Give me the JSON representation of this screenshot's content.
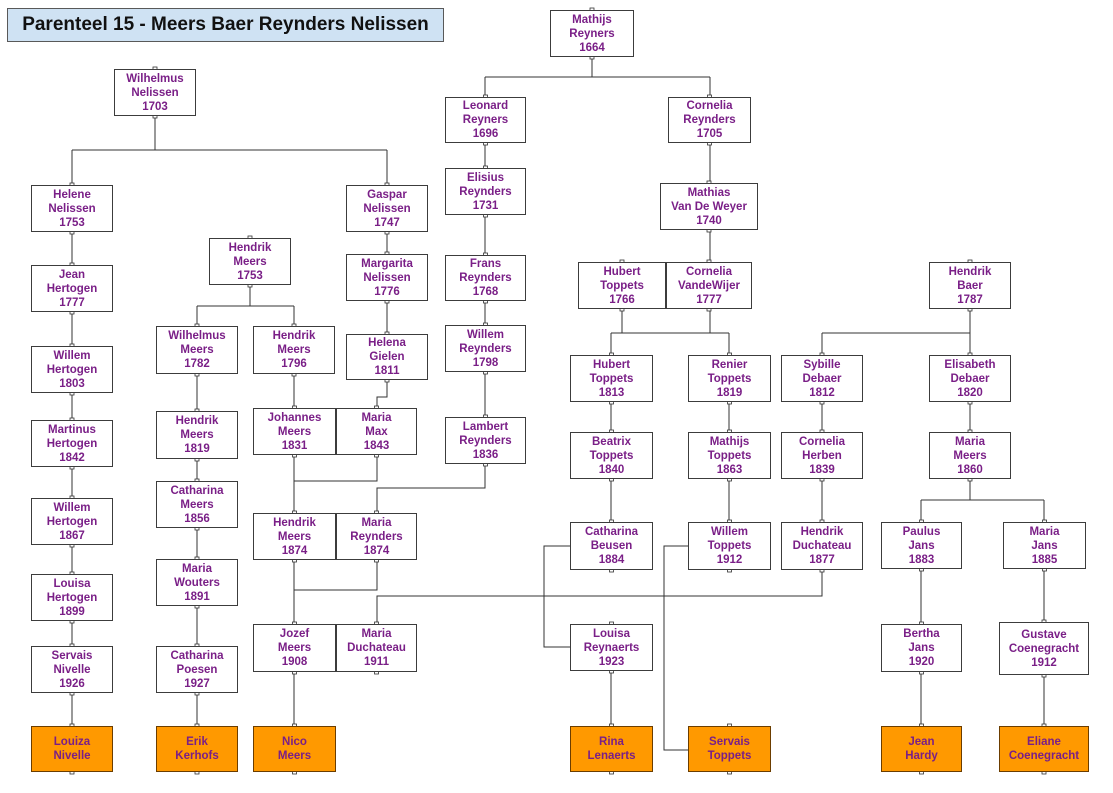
{
  "title": "Parenteel 15 - Meers Baer Reynders Nelissen",
  "colors": {
    "node_text": "#7a1f87",
    "leaf_fill": "#ff9900",
    "title_fill": "#cfe2f3",
    "line": "#333333"
  },
  "people": {
    "mathijs_reyners": "Mathijs\nReyners\n1664",
    "wilhelmus_nelissen": "Wilhelmus\nNelissen\n1703",
    "leonard_reyners": "Leonard\nReyners\n1696",
    "cornelia_reynders": "Cornelia\nReynders\n1705",
    "helene_nelissen": "Helene\nNelissen\n1753",
    "gaspar_nelissen": "Gaspar\nNelissen\n1747",
    "elisius_reynders": "Elisius\nReynders\n1731",
    "mathias_van_de_weyer": "Mathias\nVan De Weyer\n1740",
    "hendrik_meers_1753": "Hendrik\nMeers\n1753",
    "margarita_nelissen": "Margarita\nNelissen\n1776",
    "frans_reynders": "Frans\nReynders\n1768",
    "hubert_toppets_1766": "Hubert\nToppets\n1766",
    "cornelia_vandewijer": "Cornelia\nVandeWijer\n1777",
    "hendrik_baer": "Hendrik\nBaer\n1787",
    "jean_hertogen": "Jean\nHertogen\n1777",
    "wilhelmus_meers": "Wilhelmus\nMeers\n1782",
    "hendrik_meers_1796": "Hendrik\nMeers\n1796",
    "helena_gielen": "Helena\nGielen\n1811",
    "willem_reynders": "Willem\nReynders\n1798",
    "hubert_toppets_1813": "Hubert\nToppets\n1813",
    "renier_toppets": "Renier\nToppets\n1819",
    "sybille_debaer": "Sybille\nDebaer\n1812",
    "elisabeth_debaer": "Elisabeth\nDebaer\n1820",
    "willem_hertogen_1803": "Willem\nHertogen\n1803",
    "hendrik_meers_1819": "Hendrik\nMeers\n1819",
    "johannes_meers": "Johannes\nMeers\n1831",
    "maria_max": "Maria\nMax\n1843",
    "lambert_reynders": "Lambert\nReynders\n1836",
    "martinus_hertogen": "Martinus\nHertogen\n1842",
    "beatrix_toppets": "Beatrix\nToppets\n1840",
    "mathijs_toppets": "Mathijs\nToppets\n1863",
    "cornelia_herben": "Cornelia\nHerben\n1839",
    "maria_meers_1860": "Maria\nMeers\n1860",
    "catharina_meers": "Catharina\nMeers\n1856",
    "willem_hertogen_1867": "Willem\nHertogen\n1867",
    "hendrik_meers_1874": "Hendrik\nMeers\n1874",
    "maria_reynders": "Maria\nReynders\n1874",
    "catharina_beusen": "Catharina\nBeusen\n1884",
    "willem_toppets": "Willem\nToppets\n1912",
    "hendrik_duchateau": "Hendrik\nDuchateau\n1877",
    "paulus_jans": "Paulus\nJans\n1883",
    "maria_jans": "Maria\nJans\n1885",
    "louisa_hertogen": "Louisa\nHertogen\n1899",
    "maria_wouters": "Maria\nWouters\n1891",
    "servais_nivelle": "Servais\nNivelle\n1926",
    "catharina_poesen": "Catharina\nPoesen\n1927",
    "jozef_meers": "Jozef\nMeers\n1908",
    "maria_duchateau": "Maria\nDuchateau\n1911",
    "louisa_reynaerts": "Louisa\nReynaerts\n1923",
    "bertha_jans": "Bertha\nJans\n1920",
    "gustave_coenegracht": "Gustave\nCoenegracht\n1912",
    "louiza_nivelle": "Louiza\nNivelle",
    "erik_kerhofs": "Erik\nKerhofs",
    "nico_meers": "Nico\nMeers",
    "rina_lenaerts": "Rina\nLenaerts",
    "servais_toppets": "Servais\nToppets",
    "jean_hardy": "Jean\nHardy",
    "eliane_coenegracht": "Eliane\nCoenegracht"
  }
}
